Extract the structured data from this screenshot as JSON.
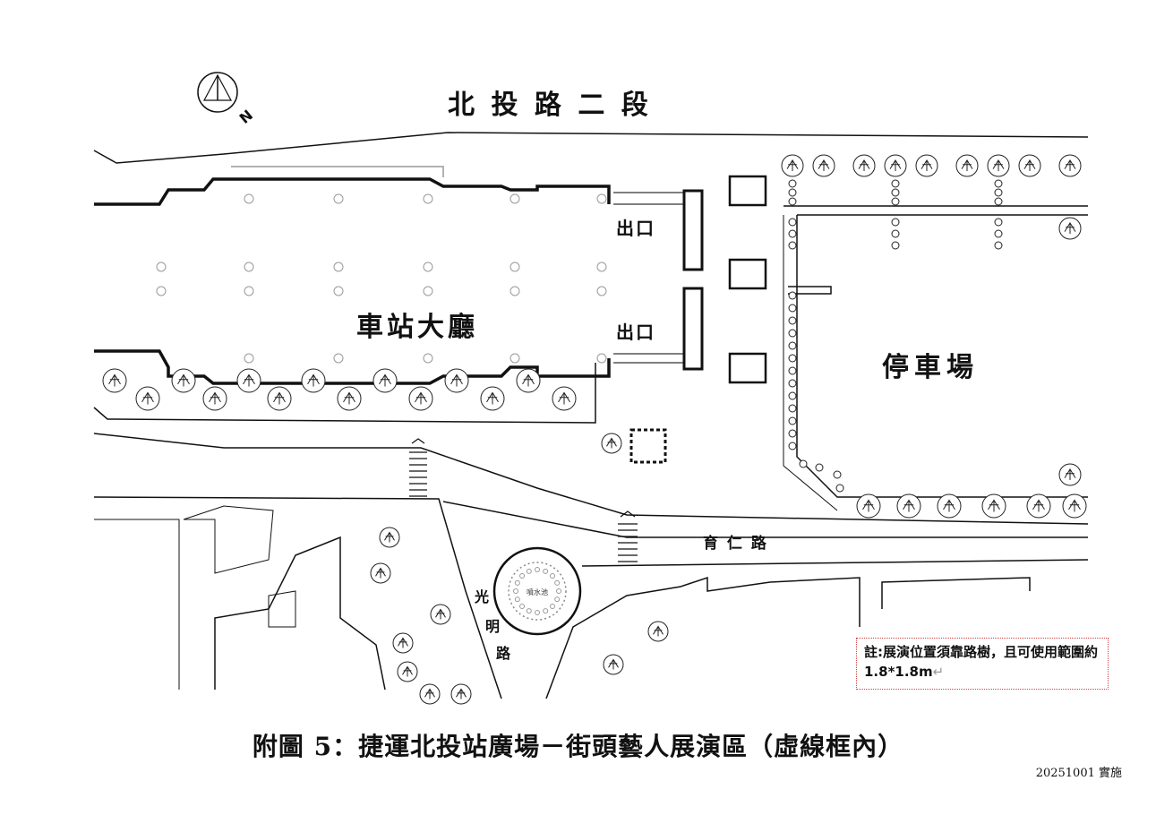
{
  "map": {
    "road_north": "北 投 路 二 段",
    "station_hall": "車站大廳",
    "exit_1": "出口",
    "exit_2": "出口",
    "parking": "停車場",
    "road_yuren": "育 仁 路",
    "road_guangming": [
      "光",
      "明",
      "路"
    ],
    "fountain": "噴水池",
    "compass": "N"
  },
  "note": {
    "text": "註:展演位置須靠路樹，且可使用範圍約 1.8*1.8m",
    "return_mark": "↵"
  },
  "caption": "附圖 5：捷運北投站廣場－街頭藝人展演區（虛線框內）",
  "date": "20251001 實施"
}
